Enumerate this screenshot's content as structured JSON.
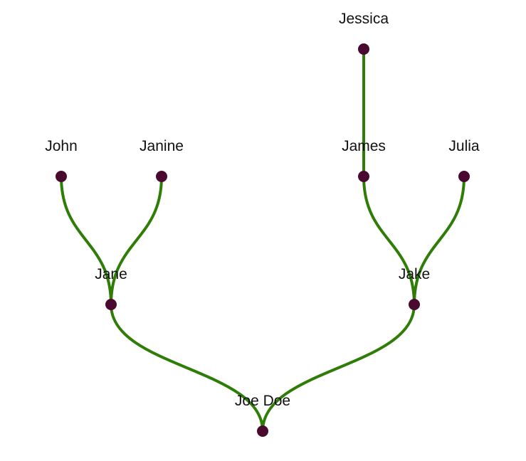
{
  "colors": {
    "link": "#2e7d07",
    "node": "#4a0a2f",
    "label": "#111111",
    "background": "#ffffff"
  },
  "tree": {
    "nodes": [
      {
        "id": "joe-doe",
        "name": "Joe Doe",
        "parent": null
      },
      {
        "id": "jane",
        "name": "Jane",
        "parent": "joe-doe"
      },
      {
        "id": "jake",
        "name": "Jake",
        "parent": "joe-doe"
      },
      {
        "id": "john",
        "name": "John",
        "parent": "jane"
      },
      {
        "id": "janine",
        "name": "Janine",
        "parent": "jane"
      },
      {
        "id": "james",
        "name": "James",
        "parent": "jake"
      },
      {
        "id": "julia",
        "name": "Julia",
        "parent": "jake"
      },
      {
        "id": "jessica",
        "name": "Jessica",
        "parent": "james"
      }
    ]
  }
}
